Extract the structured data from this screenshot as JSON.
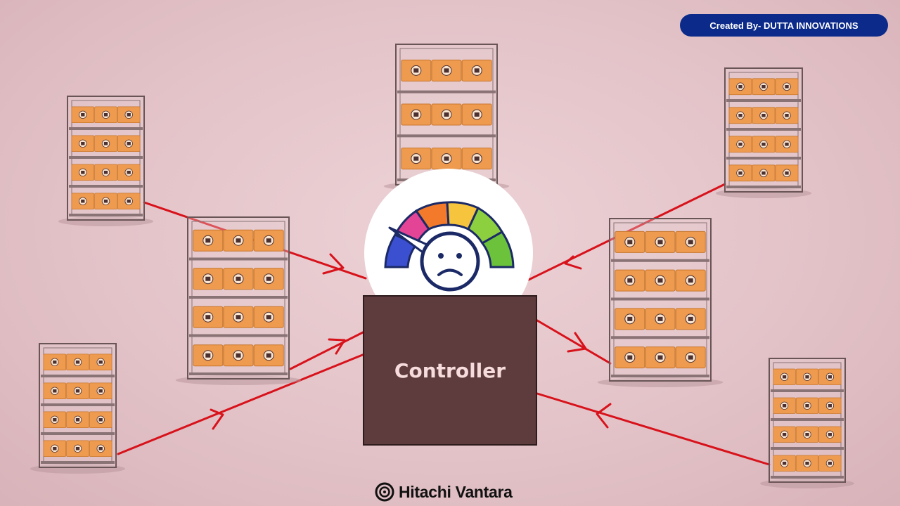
{
  "header": {
    "credit": "Created By- DUTTA INNOVATIONS"
  },
  "diagram": {
    "controller_label": "Controller",
    "gauge_icon": "sad-face-gauge-icon",
    "storage_icon": "storage-rack-icon"
  },
  "footer": {
    "brand": "Hitachi Vantara",
    "brand_icon": "hitachi-logo-icon"
  },
  "colors": {
    "arrow": "#d8121b",
    "controller": "#5e3b3d",
    "badge": "#0b2a8a",
    "box": "#ee9a4f"
  }
}
